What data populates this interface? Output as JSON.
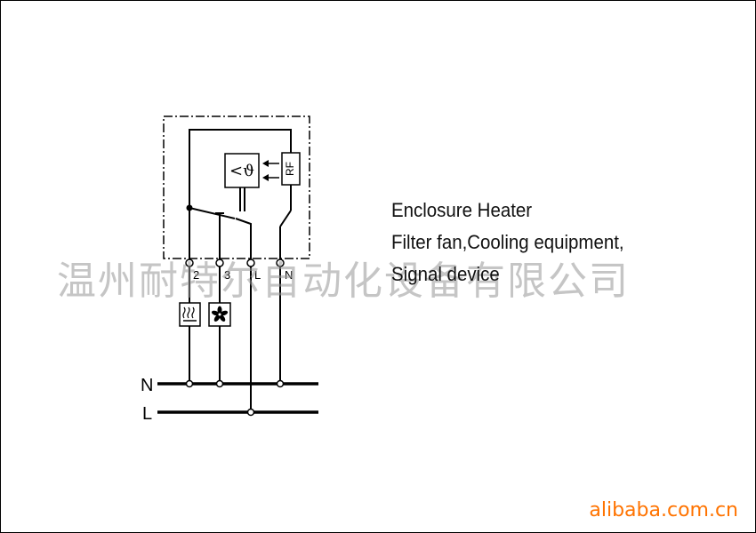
{
  "labels": {
    "line1": "Enclosure Heater",
    "line2": "Filter fan,Cooling equipment,",
    "line3": "Signal device"
  },
  "terminals": {
    "t2": "2",
    "t3": "3",
    "tL": "L",
    "tN": "N"
  },
  "bus": {
    "n": "N",
    "l": "L"
  },
  "components": {
    "rf": "RF",
    "thermostat": "<ϑ"
  },
  "watermark": "温州耐特尔自动化设备有限公司",
  "site": "alibaba.com.cn",
  "colors": {
    "site": "#ff7300",
    "line": "#000000"
  }
}
